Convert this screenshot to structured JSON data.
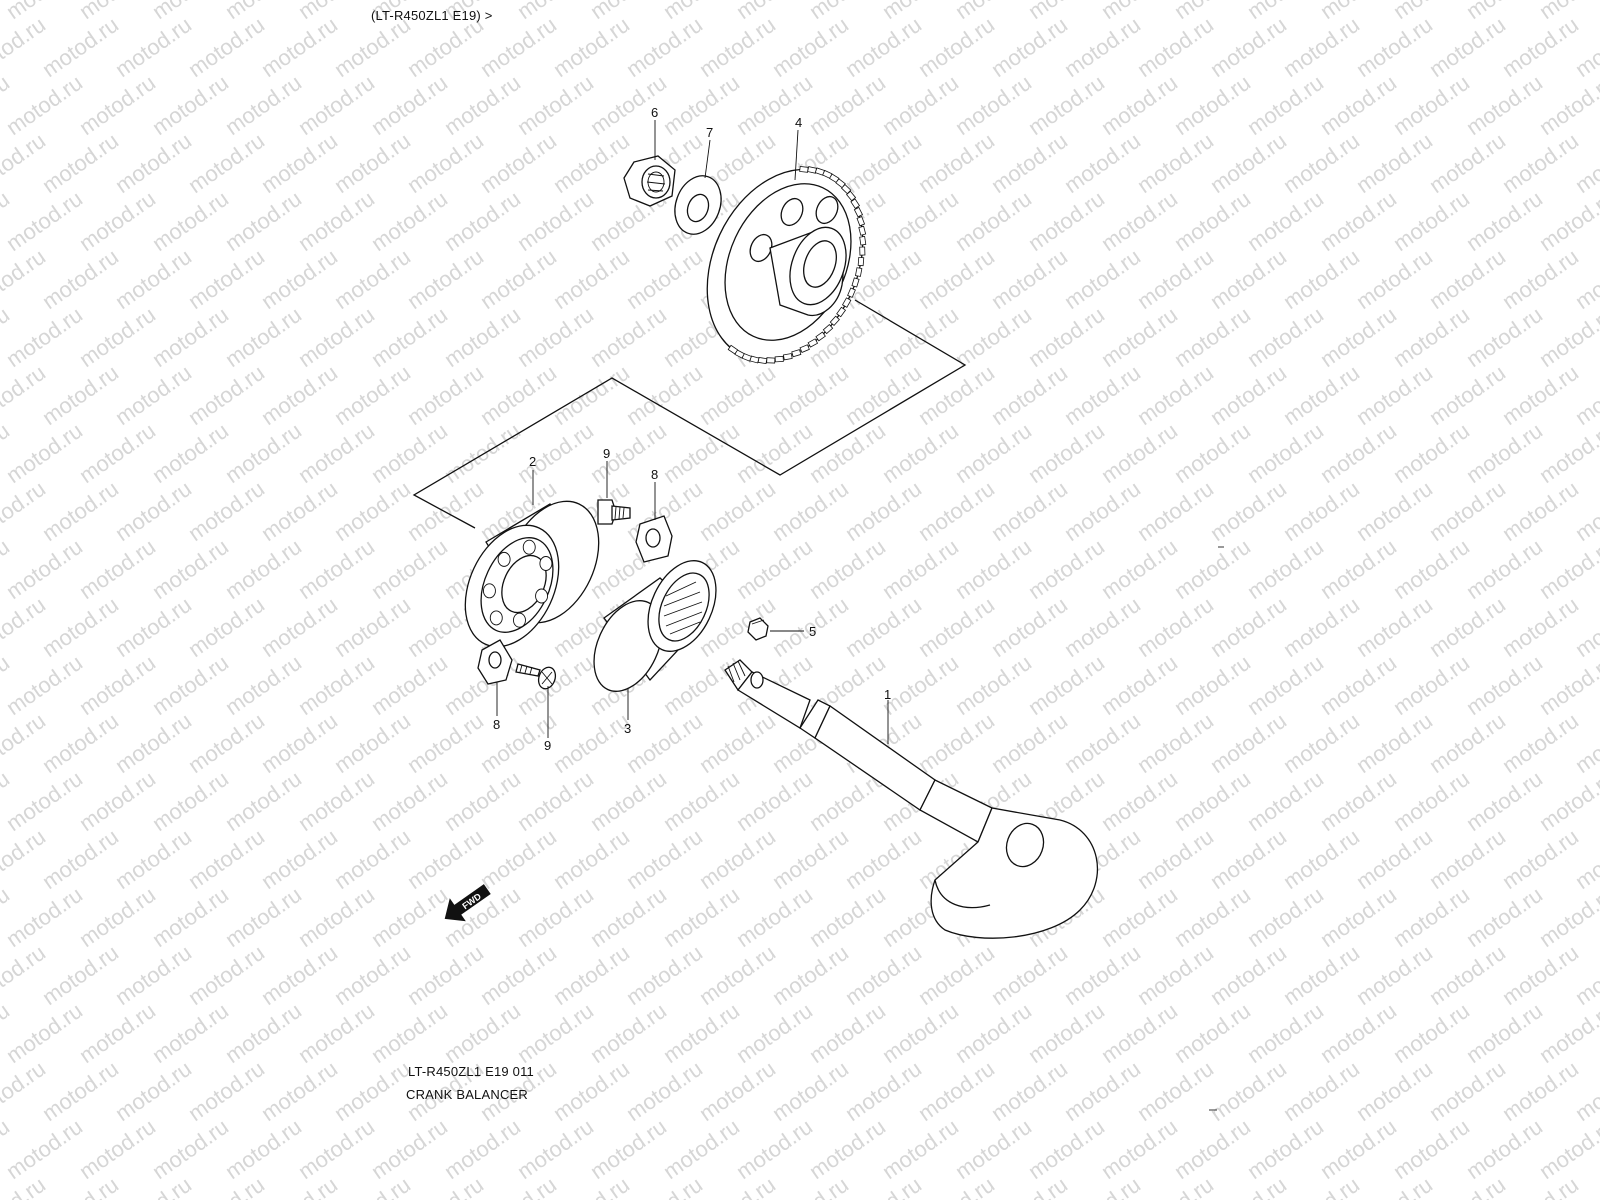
{
  "header": {
    "model_ref": "(LT-R450ZL1 E19) >"
  },
  "watermark": {
    "text": "motod.ru",
    "color": "#d6d6d6"
  },
  "caption": {
    "code": "LT-R450ZL1 E19  011",
    "title": "CRANK BALANCER"
  },
  "fwd_marker": {
    "label": "FWD"
  },
  "parts": [
    {
      "ref": "1",
      "name": "balancer-shaft"
    },
    {
      "ref": "2",
      "name": "ball-bearing"
    },
    {
      "ref": "3",
      "name": "needle-bearing"
    },
    {
      "ref": "4",
      "name": "balancer-driven-gear"
    },
    {
      "ref": "5",
      "name": "key"
    },
    {
      "ref": "6",
      "name": "nut"
    },
    {
      "ref": "7",
      "name": "washer"
    },
    {
      "ref": "8",
      "name": "retainer"
    },
    {
      "ref": "9",
      "name": "screw"
    }
  ],
  "callouts": {
    "c1": "1",
    "c2": "2",
    "c3": "3",
    "c4": "4",
    "c5": "5",
    "c6": "6",
    "c7": "7",
    "c8a": "8",
    "c8b": "8",
    "c9a": "9",
    "c9b": "9"
  }
}
